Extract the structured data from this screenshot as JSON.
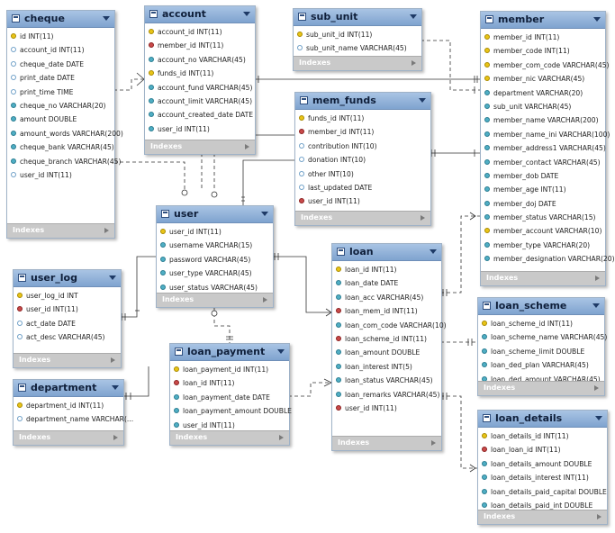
{
  "indexes_label": "Indexes",
  "tables": {
    "cheque": {
      "name": "cheque",
      "columns": [
        {
          "text": "id INT(11)",
          "key": "pk"
        },
        {
          "text": "account_id INT(11)",
          "key": "col"
        },
        {
          "text": "cheque_date DATE",
          "key": "col"
        },
        {
          "text": "print_date DATE",
          "key": "col"
        },
        {
          "text": "print_time TIME",
          "key": "col"
        },
        {
          "text": "cheque_no VARCHAR(20)",
          "key": "nn"
        },
        {
          "text": "amount DOUBLE",
          "key": "nn"
        },
        {
          "text": "amount_words VARCHAR(200)",
          "key": "nn"
        },
        {
          "text": "cheque_bank VARCHAR(45)",
          "key": "nn"
        },
        {
          "text": "cheque_branch VARCHAR(45)",
          "key": "nn"
        },
        {
          "text": "user_id INT(11)",
          "key": "col"
        }
      ]
    },
    "account": {
      "name": "account",
      "columns": [
        {
          "text": "account_id INT(11)",
          "key": "pk"
        },
        {
          "text": "member_id INT(11)",
          "key": "fk"
        },
        {
          "text": "account_no VARCHAR(45)",
          "key": "nn"
        },
        {
          "text": "funds_id INT(11)",
          "key": "pk"
        },
        {
          "text": "account_fund VARCHAR(45)",
          "key": "nn"
        },
        {
          "text": "account_limit VARCHAR(45)",
          "key": "nn"
        },
        {
          "text": "account_created_date DATE",
          "key": "nn"
        },
        {
          "text": "user_id INT(11)",
          "key": "nn"
        }
      ]
    },
    "sub_unit": {
      "name": "sub_unit",
      "columns": [
        {
          "text": "sub_unit_id INT(11)",
          "key": "pk"
        },
        {
          "text": "sub_unit_name VARCHAR(45)",
          "key": "col"
        }
      ]
    },
    "member": {
      "name": "member",
      "columns": [
        {
          "text": "member_id INT(11)",
          "key": "pk"
        },
        {
          "text": "member_code INT(11)",
          "key": "pk"
        },
        {
          "text": "member_com_code VARCHAR(45)",
          "key": "pk"
        },
        {
          "text": "member_nic VARCHAR(45)",
          "key": "pk"
        },
        {
          "text": "department VARCHAR(20)",
          "key": "nn"
        },
        {
          "text": "sub_unit VARCHAR(45)",
          "key": "nn"
        },
        {
          "text": "member_name VARCHAR(200)",
          "key": "nn"
        },
        {
          "text": "member_name_ini VARCHAR(100)",
          "key": "nn"
        },
        {
          "text": "member_address1 VARCHAR(45)",
          "key": "nn"
        },
        {
          "text": "member_contact VARCHAR(45)",
          "key": "nn"
        },
        {
          "text": "member_dob DATE",
          "key": "nn"
        },
        {
          "text": "member_age INT(11)",
          "key": "nn"
        },
        {
          "text": "member_doj DATE",
          "key": "nn"
        },
        {
          "text": "member_status VARCHAR(15)",
          "key": "nn"
        },
        {
          "text": "member_account VARCHAR(10)",
          "key": "pk"
        },
        {
          "text": "member_type VARCHAR(20)",
          "key": "nn"
        },
        {
          "text": "member_designation VARCHAR(20)",
          "key": "nn"
        }
      ]
    },
    "mem_funds": {
      "name": "mem_funds",
      "columns": [
        {
          "text": "funds_id INT(11)",
          "key": "pk"
        },
        {
          "text": "member_id INT(11)",
          "key": "fk"
        },
        {
          "text": "contribution INT(10)",
          "key": "col"
        },
        {
          "text": "donation INT(10)",
          "key": "col"
        },
        {
          "text": "other INT(10)",
          "key": "col"
        },
        {
          "text": "last_updated DATE",
          "key": "col"
        },
        {
          "text": "user_id INT(11)",
          "key": "fk"
        }
      ]
    },
    "user": {
      "name": "user",
      "columns": [
        {
          "text": "user_id INT(11)",
          "key": "pk"
        },
        {
          "text": "username VARCHAR(15)",
          "key": "nn"
        },
        {
          "text": "password VARCHAR(45)",
          "key": "nn"
        },
        {
          "text": "user_type VARCHAR(45)",
          "key": "nn"
        },
        {
          "text": "user_status VARCHAR(45)",
          "key": "nn"
        }
      ]
    },
    "user_log": {
      "name": "user_log",
      "columns": [
        {
          "text": "user_log_id INT",
          "key": "pk"
        },
        {
          "text": "user_id INT(11)",
          "key": "fk"
        },
        {
          "text": "act_date DATE",
          "key": "col"
        },
        {
          "text": "act_desc VARCHAR(45)",
          "key": "col"
        }
      ]
    },
    "department": {
      "name": "department",
      "columns": [
        {
          "text": "department_id INT(11)",
          "key": "pk"
        },
        {
          "text": "department_name VARCHAR(...",
          "key": "col"
        }
      ]
    },
    "loan_payment": {
      "name": "loan_payment",
      "columns": [
        {
          "text": "loan_payment_id INT(11)",
          "key": "pk"
        },
        {
          "text": "loan_id INT(11)",
          "key": "fk"
        },
        {
          "text": "loan_payment_date DATE",
          "key": "nn"
        },
        {
          "text": "loan_payment_amount DOUBLE",
          "key": "nn"
        },
        {
          "text": "user_id INT(11)",
          "key": "nn"
        }
      ]
    },
    "loan": {
      "name": "loan",
      "columns": [
        {
          "text": "loan_id INT(11)",
          "key": "pk"
        },
        {
          "text": "loan_date DATE",
          "key": "nn"
        },
        {
          "text": "loan_acc VARCHAR(45)",
          "key": "nn"
        },
        {
          "text": "loan_mem_id INT(11)",
          "key": "fk"
        },
        {
          "text": "loan_com_code VARCHAR(10)",
          "key": "nn"
        },
        {
          "text": "loan_scheme_id INT(11)",
          "key": "fk"
        },
        {
          "text": "loan_amount DOUBLE",
          "key": "nn"
        },
        {
          "text": "loan_interest INT(5)",
          "key": "nn"
        },
        {
          "text": "loan_status VARCHAR(45)",
          "key": "nn"
        },
        {
          "text": "loan_remarks VARCHAR(45)",
          "key": "nn"
        },
        {
          "text": "user_id INT(11)",
          "key": "fk"
        }
      ]
    },
    "loan_scheme": {
      "name": "loan_scheme",
      "columns": [
        {
          "text": "loan_scheme_id INT(11)",
          "key": "pk"
        },
        {
          "text": "loan_scheme_name VARCHAR(45)",
          "key": "nn"
        },
        {
          "text": "loan_scheme_limit DOUBLE",
          "key": "nn"
        },
        {
          "text": "loan_ded_plan VARCHAR(45)",
          "key": "nn"
        },
        {
          "text": "loan_ded_amount VARCHAR(45)",
          "key": "nn"
        }
      ]
    },
    "loan_details": {
      "name": "loan_details",
      "columns": [
        {
          "text": "loan_details_id INT(11)",
          "key": "pk"
        },
        {
          "text": "loan_loan_id INT(11)",
          "key": "fk"
        },
        {
          "text": "loan_details_amount DOUBLE",
          "key": "nn"
        },
        {
          "text": "loan_details_interest INT(11)",
          "key": "nn"
        },
        {
          "text": "loan_details_paid_capital DOUBLE",
          "key": "nn"
        },
        {
          "text": "loan_details_paid_int DOUBLE",
          "key": "nn"
        }
      ]
    }
  }
}
